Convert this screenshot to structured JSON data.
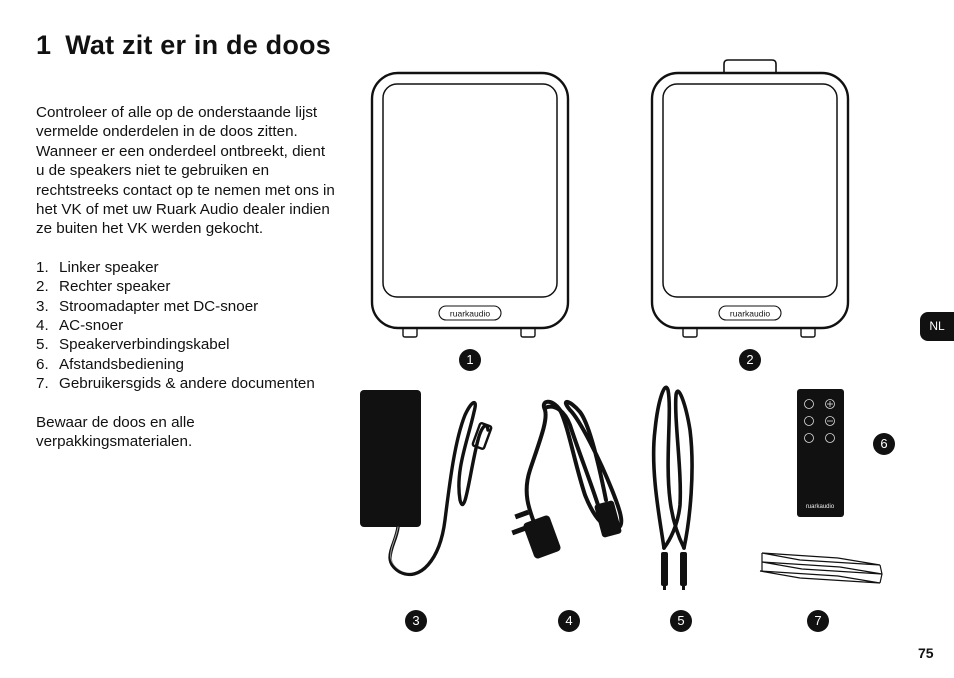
{
  "heading": {
    "number": "1",
    "title": "Wat zit er in de doos"
  },
  "intro": "Controleer of alle op de onderstaande lijst vermelde onderdelen in de doos zitten. Wanneer er een onderdeel ontbreekt, dient u de speakers niet te gebruiken en rechtstreeks contact op te nemen met ons in het VK of met uw Ruark Audio dealer indien ze buiten het VK werden gekocht.",
  "items": [
    {
      "n": "1.",
      "label": "Linker speaker"
    },
    {
      "n": "2.",
      "label": "Rechter speaker"
    },
    {
      "n": "3.",
      "label": "Stroomadapter met DC-snoer"
    },
    {
      "n": "4.",
      "label": "AC-snoer"
    },
    {
      "n": "5.",
      "label": "Speakerverbindingskabel"
    },
    {
      "n": "6.",
      "label": "Afstandsbediening"
    },
    {
      "n": "7.",
      "label": "Gebruikersgids & andere documenten"
    }
  ],
  "closing": "Bewaar de doos en alle verpakkingsmaterialen.",
  "badges": [
    "1",
    "2",
    "3",
    "4",
    "5",
    "6",
    "7"
  ],
  "brand": "ruarkaudio",
  "language_tab": "NL",
  "page_number": "75",
  "icons": {
    "speaker_left": "speaker-icon",
    "speaker_right": "speaker-icon",
    "power_adapter": "power-adapter-icon",
    "ac_cord": "ac-cord-icon",
    "speaker_cable": "cable-icon",
    "remote": "remote-control-icon",
    "documents": "documents-icon"
  }
}
